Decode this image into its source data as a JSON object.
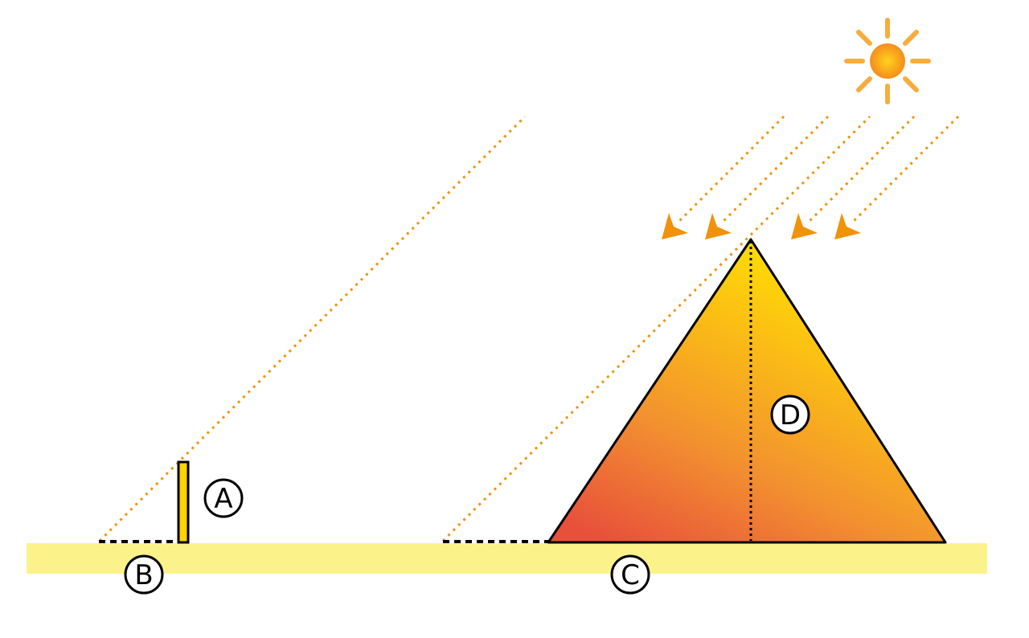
{
  "labels": {
    "a": "A",
    "b": "B",
    "c": "C",
    "d": "D"
  },
  "colors": {
    "ground": "#fcf28a",
    "ray": "#f0920a",
    "sun_rays": "#f7ad3c",
    "sun_core_inner": "#ffd21a",
    "sun_core_outer": "#f58d1e",
    "pyramid_top": "#ffe600",
    "pyramid_bottom_left": "#e8503a",
    "stick_fill": "#ffd400",
    "outline": "#000000"
  },
  "icons": {
    "sun": "sun-icon",
    "arrow": "arrowhead-icon"
  }
}
